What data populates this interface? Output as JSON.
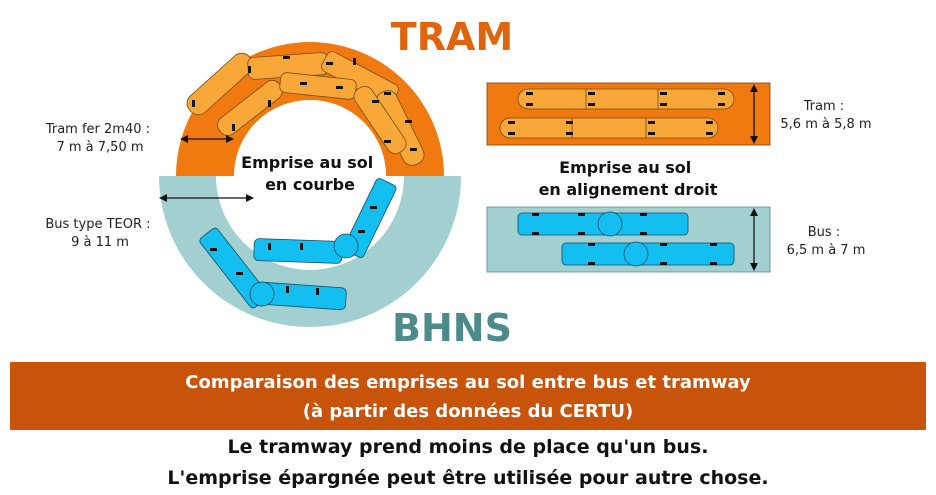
{
  "titles": {
    "tram": "TRAM",
    "bhns": "BHNS",
    "tram_color": "#e0640c",
    "bhns_color": "#4d8a8c"
  },
  "curve": {
    "center_line1": "Emprise au sol",
    "center_line2": "en courbe",
    "tram_label_line1": "Tram fer 2m40 :",
    "tram_label_line2": "7 m à 7,50 m",
    "bus_label_line1": "Bus type TEOR :",
    "bus_label_line2": "9 à 11 m"
  },
  "straight": {
    "center_line1": "Emprise au sol",
    "center_line2": "en alignement droit",
    "tram_label_line1": "Tram :",
    "tram_label_line2": "5,6 m à 5,8 m",
    "bus_label_line1": "Bus :",
    "bus_label_line2": "6,5 m à 7 m"
  },
  "colors": {
    "tram_band": "#f07a10",
    "tram_vehicle": "#f8a838",
    "bus_band": "#a2cfd0",
    "bus_vehicle": "#12bff0",
    "caption_bg": "#c8530a"
  },
  "caption": {
    "line1": "Comparaison des emprises au sol entre bus et tramway",
    "line2": "(à partir des données du CERTU)"
  },
  "conclusion": {
    "line1": "Le tramway prend moins de place qu'un bus.",
    "line2": "L'emprise épargnée peut être utilisée pour autre chose."
  }
}
